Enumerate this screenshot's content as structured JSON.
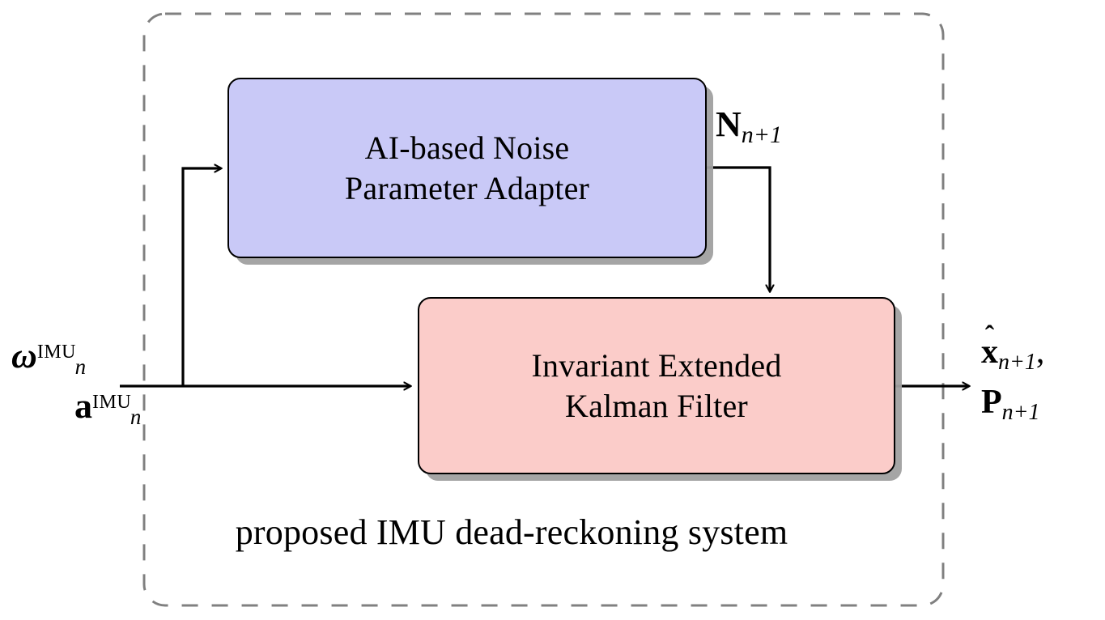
{
  "diagram": {
    "title": "proposed IMU dead-reckoning system",
    "container": {
      "name": "proposed-system-boundary",
      "style": "dashed",
      "color": "#808080"
    },
    "blocks": [
      {
        "id": "ai-noise-parameter-adapter",
        "line1": "AI-based Noise",
        "line2": "Parameter Adapter",
        "fill": "#c9c9f7",
        "stroke": "#000000"
      },
      {
        "id": "invariant-extended-kalman-filter",
        "line1": "Invariant Extended",
        "line2": "Kalman Filter",
        "fill": "#fbccc9",
        "stroke": "#000000"
      }
    ],
    "labels": {
      "input_omega": {
        "symbol": "ω",
        "superscript": "IMU",
        "subscript": "n"
      },
      "input_accel": {
        "symbol": "a",
        "superscript": "IMU",
        "subscript": "n"
      },
      "noise_matrix": {
        "symbol": "N",
        "subscript": "n+1"
      },
      "output_state": {
        "symbol": "x",
        "accent": "ˆ",
        "subscript": "n+1",
        "trailing": ","
      },
      "output_cov": {
        "symbol": "P",
        "subscript": "n+1"
      }
    },
    "edges": [
      {
        "id": "imu-to-iekf",
        "from": "imu-input",
        "to": "invariant-extended-kalman-filter"
      },
      {
        "id": "imu-to-adapter",
        "from": "imu-input",
        "to": "ai-noise-parameter-adapter"
      },
      {
        "id": "adapter-to-iekf",
        "from": "ai-noise-parameter-adapter",
        "to": "invariant-extended-kalman-filter",
        "label": "N_{n+1}"
      },
      {
        "id": "iekf-to-output",
        "from": "invariant-extended-kalman-filter",
        "to": "estimate-output"
      }
    ]
  }
}
